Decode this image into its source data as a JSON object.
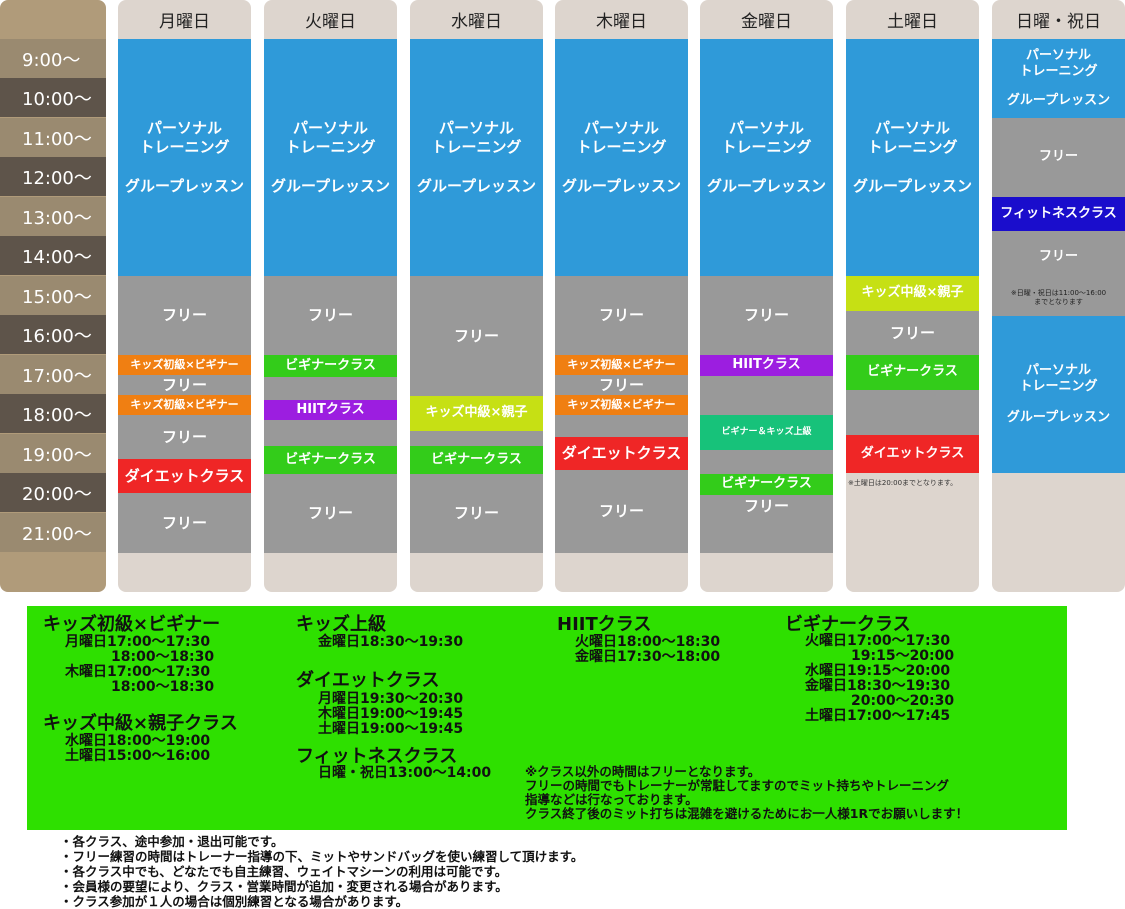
{
  "days": [
    "月曜日",
    "火曜日",
    "水曜日",
    "木曜日",
    "金曜日",
    "土曜日",
    "日曜・祝日"
  ],
  "times": [
    "9:00〜",
    "10:00〜",
    "11:00〜",
    "12:00〜",
    "13:00〜",
    "14:00〜",
    "15:00〜",
    "16:00〜",
    "17:00〜",
    "18:00〜",
    "19:00〜",
    "20:00〜",
    "21:00〜"
  ],
  "labels": {
    "personal_1": "パーソナル",
    "personal_2": "トレーニング",
    "group": "グループレッスン",
    "free": "フリー",
    "kids_beginner": "キッズ初級×ビギナー",
    "beginner": "ビギナークラス",
    "hiit": "HIITクラス",
    "diet": "ダイエットクラス",
    "kids_mid": "キッズ中級×親子",
    "beginner_kids_adv": "ビギナー＆キッズ上級",
    "fitness": "フィットネスクラス"
  },
  "notes": {
    "sat": "※土曜日は20:00までとなります。",
    "sun_1": "※日曜・祝日は11:00〜16:00",
    "sun_2": "までとなります"
  },
  "summary": {
    "kids_beginner": {
      "title": "キッズ初級×ビギナー",
      "lines": [
        "月曜日17:00〜17:30",
        "18:00〜18:30",
        "木曜日17:00〜17:30",
        "18:00〜18:30"
      ]
    },
    "kids_mid": {
      "title": "キッズ中級×親子クラス",
      "lines": [
        "水曜日18:00〜19:00",
        "土曜日15:00〜16:00"
      ]
    },
    "kids_adv": {
      "title": "キッズ上級",
      "lines": [
        "金曜日18:30〜19:30"
      ]
    },
    "diet": {
      "title": "ダイエットクラス",
      "lines": [
        "月曜日19:30〜20:30",
        "木曜日19:00〜19:45",
        "土曜日19:00〜19:45"
      ]
    },
    "fitness": {
      "title": "フィットネスクラス",
      "lines": [
        "日曜・祝日13:00〜14:00"
      ]
    },
    "hiit": {
      "title": "HIITクラス",
      "lines": [
        "火曜日18:00〜18:30",
        "金曜日17:30〜18:00"
      ]
    },
    "beginner": {
      "title": "ビギナークラス",
      "lines": [
        "火曜日17:00〜17:30",
        "19:15〜20:00",
        "水曜日19:15〜20:00",
        "金曜日18:30〜19:30",
        "20:00〜20:30",
        "土曜日17:00〜17:45"
      ]
    },
    "note_lines": [
      "※クラス以外の時間はフリーとなります。",
      "フリーの時間でもトレーナーが常駐してますのでミット持ちやトレーニング",
      "指導などは行なっております。",
      "クラス終了後のミット打ちは混雑を避けるためにお一人様1Rでお願いします！"
    ]
  },
  "bullets": [
    "・各クラス、途中参加・退出可能です。",
    "・フリー練習の時間はトレーナー指導の下、ミットやサンドバッグを使い練習して頂けます。",
    "・各クラス中でも、どなたでも自主練習、ウェイトマシーンの利用は可能です。",
    "・会員様の要望により、クラス・営業時間が追加・変更される場合があります。",
    "・クラス参加が１人の場合は個別練習となる場合があります。"
  ]
}
